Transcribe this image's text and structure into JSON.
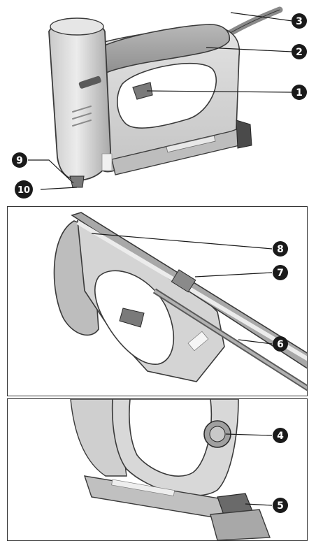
{
  "callouts": {
    "c1": "1",
    "c2": "2",
    "c3": "3",
    "c4": "4",
    "c5": "5",
    "c6": "6",
    "c7": "7",
    "c8": "8",
    "c9": "9",
    "c10": "10"
  },
  "colors": {
    "body_light": "#d9d9d9",
    "body_mid": "#bdbdbd",
    "body_dark": "#8c8c8c",
    "outline": "#3a3a3a",
    "badge": "#1a1a1a"
  }
}
